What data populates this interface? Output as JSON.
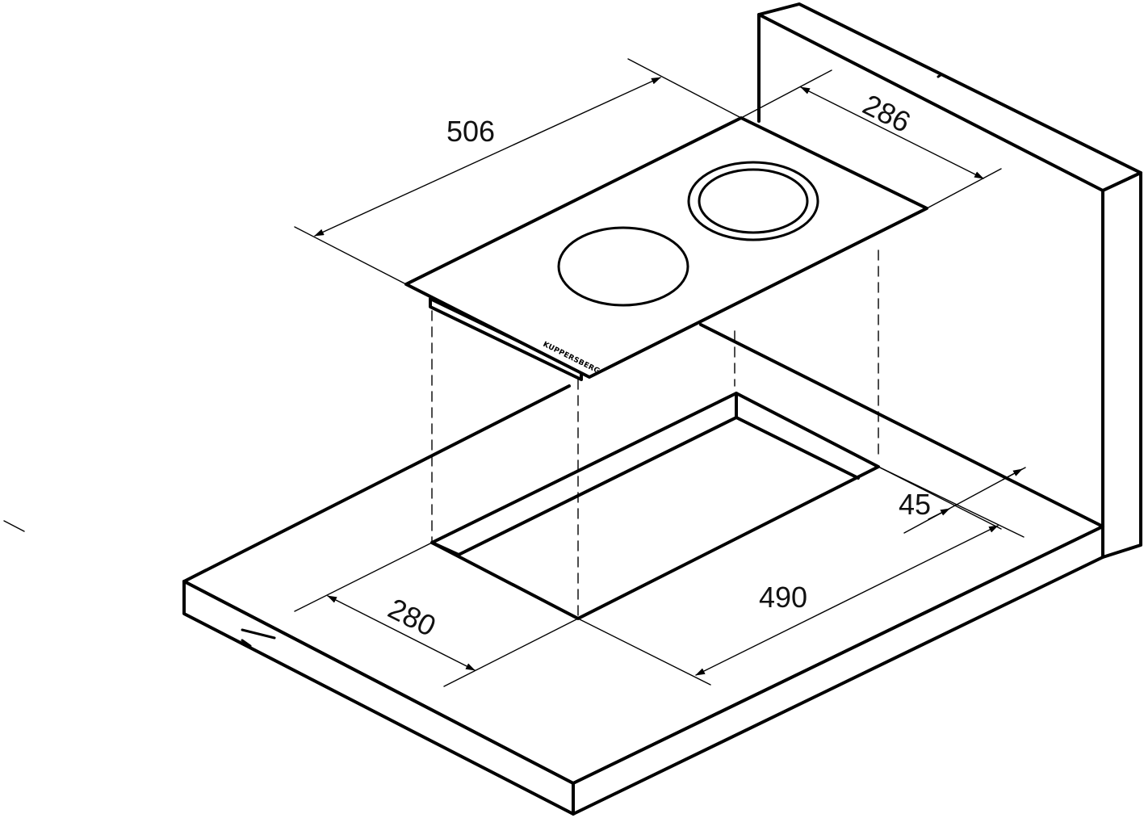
{
  "diagram": {
    "dimensions": {
      "hob_width": "506",
      "hob_depth": "286",
      "cutout_depth": "280",
      "cutout_width": "490",
      "wall_clearance": "45"
    },
    "brand": "KUPPERSBERG",
    "line_color": "#000000",
    "background_color": "#ffffff"
  }
}
